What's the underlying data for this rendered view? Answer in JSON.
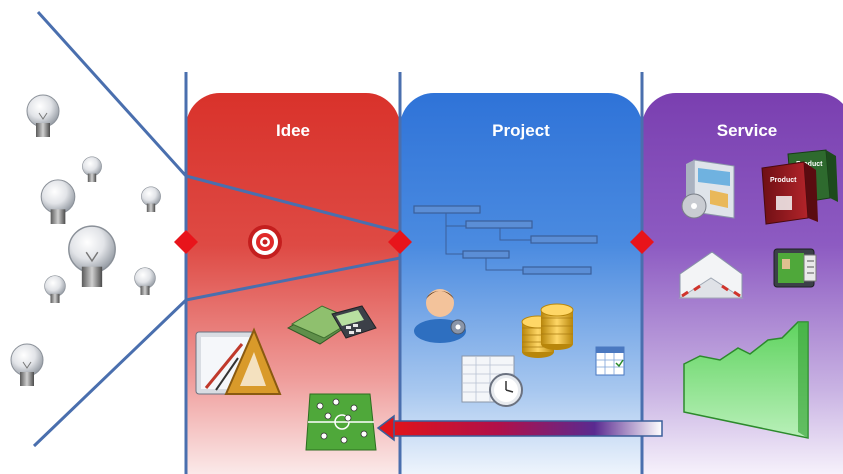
{
  "panels": {
    "idee": {
      "title": "Idee",
      "color": "#d9322b"
    },
    "project": {
      "title": "Project",
      "color": "#2f73d8"
    },
    "service": {
      "title": "Service",
      "color": "#7a3fb0"
    }
  },
  "icons": {
    "idee": [
      "target-icon",
      "cash-calculator-icon",
      "drafting-tools-icon",
      "soccer-field-icon"
    ],
    "project": [
      "gantt-chart-icon",
      "user-settings-icon",
      "coins-icon",
      "calendar-icon",
      "schedule-clock-icon"
    ],
    "service": [
      "software-box-icon",
      "product-boxes-icon",
      "envelope-icon",
      "id-card-icon",
      "growth-chart-icon"
    ]
  },
  "boxes": {
    "product_label": "Product"
  },
  "colors": {
    "line": "#4a6fae",
    "diamond": "#e8141b",
    "feedback_arrow_start": "#e0141b",
    "feedback_arrow_end": "#6a4fb0"
  }
}
